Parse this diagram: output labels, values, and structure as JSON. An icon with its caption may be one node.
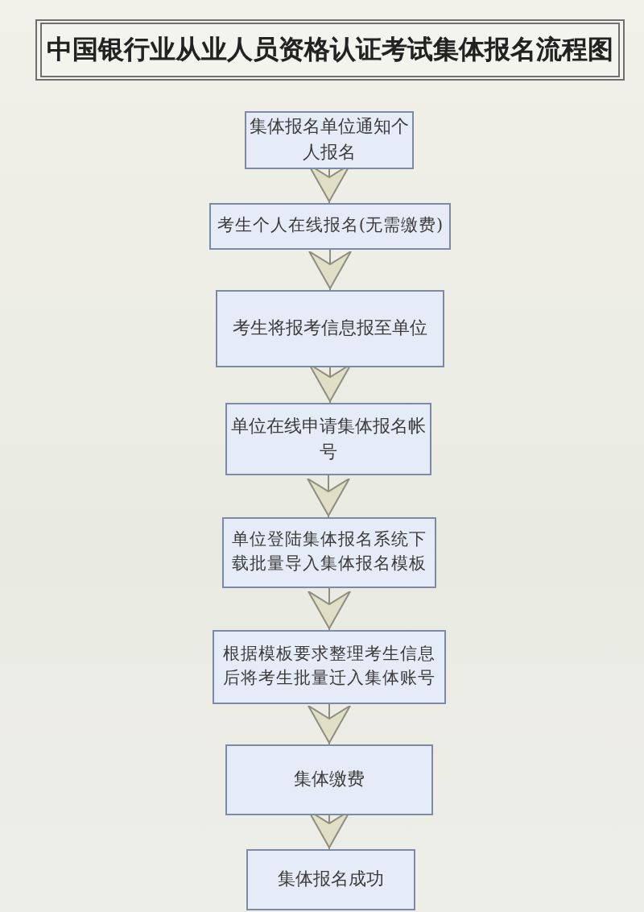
{
  "diagram": {
    "title": "中国银行业从业人员资格认证考试集体报名流程图",
    "nodes": [
      {
        "text": [
          "集体报名单位通知个人报名"
        ]
      },
      {
        "text": [
          "考生个人在线报名(无需缴费)"
        ]
      },
      {
        "text": [
          "考生将报考信息报至单位"
        ]
      },
      {
        "text": [
          "单位在线申请集体报名帐号"
        ]
      },
      {
        "text": [
          "单位登陆集体报名系统下载批量导入集体报名模板"
        ]
      },
      {
        "text": [
          "根据模板要求整理考生信息后将考生批量迁入集体账号"
        ]
      },
      {
        "text": [
          "集体缴费"
        ]
      },
      {
        "text": [
          "集体报名成功"
        ]
      }
    ],
    "edges": [
      {
        "from": 0,
        "to": 1,
        "arrow": "to"
      },
      {
        "from": 1,
        "to": 2,
        "arrow": "to"
      },
      {
        "from": 2,
        "to": 3,
        "arrow": "to"
      },
      {
        "from": 3,
        "to": 4,
        "arrow": "to"
      },
      {
        "from": 4,
        "to": 5,
        "arrow": "to"
      },
      {
        "from": 5,
        "to": 6,
        "arrow": "to"
      },
      {
        "from": 6,
        "to": 7,
        "arrow": "to"
      }
    ]
  }
}
